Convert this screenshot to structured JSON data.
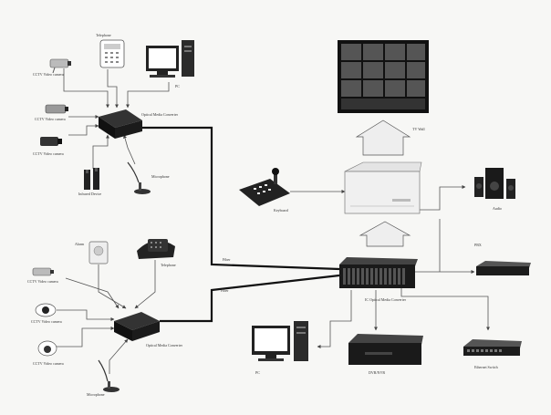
{
  "labels": {
    "telephone_top": "Telephone",
    "pc_top": "PC",
    "cam1_top": "CCTV Video camera",
    "cam2_top": "CCTV Video camera",
    "cam3_top": "CCTV Video camera",
    "converter_top": "Optical Media Converter",
    "infrared": "Infrared Device",
    "microphone_top": "Microphone",
    "alarm": "Alarm",
    "telephone_bottom": "Telephone",
    "cam1_bottom": "CCTV Video camera",
    "cam2_bottom": "CCTV Video camera",
    "cam3_bottom": "CCTV Video camera",
    "converter_bottom": "Optical Media Converter",
    "microphone_bottom": "Microphone",
    "tv_wall": "TV Wall",
    "keyboard": "Keyboard",
    "audio": "Audio",
    "fiber_top": "Fiber",
    "fiber_bottom": "Fiber",
    "pbx": "PBX",
    "converter_main": "IC Optical Media Converter",
    "pc_bottom": "PC",
    "dvr": "DVR/NVR",
    "ethernet_switch": "Ethernet Switch"
  },
  "colors": {
    "background": "#f7f7f5",
    "device_dark": "#1f1f1f",
    "line": "#555555",
    "fiber": "#111111",
    "arrow_fill": "#eeeeee"
  }
}
